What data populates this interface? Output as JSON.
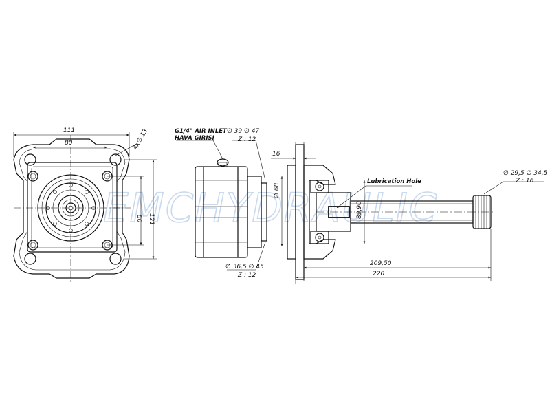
{
  "watermark": "EMCHYDRAULIC",
  "front_view": {
    "dim_width_outer": "111",
    "dim_width_bolt": "80",
    "dim_hole": "4x∅ 13",
    "dim_height_bolt": "80",
    "dim_height_outer": "121"
  },
  "side_view": {
    "air_inlet_line1": "G1/4\" AIR INLET",
    "air_inlet_line2": "HAVA GIRISI",
    "spline_top_line1": "∅ 39 ∅ 47",
    "spline_top_line2": "Z : 12",
    "spline_bottom_line1": "∅ 36,5 ∅ 45",
    "spline_bottom_line2": "Z : 12"
  },
  "section_view": {
    "dim_flange": "16",
    "dim_bore": "∅ 68",
    "dim_inner": "89,90",
    "lubrication_label": "Lubrication Hole",
    "shaft_spline_line1": "∅ 29,5 ∅ 34,5",
    "shaft_spline_line2": "Z : 16",
    "dim_len_short": "209,50",
    "dim_len_total": "220"
  }
}
